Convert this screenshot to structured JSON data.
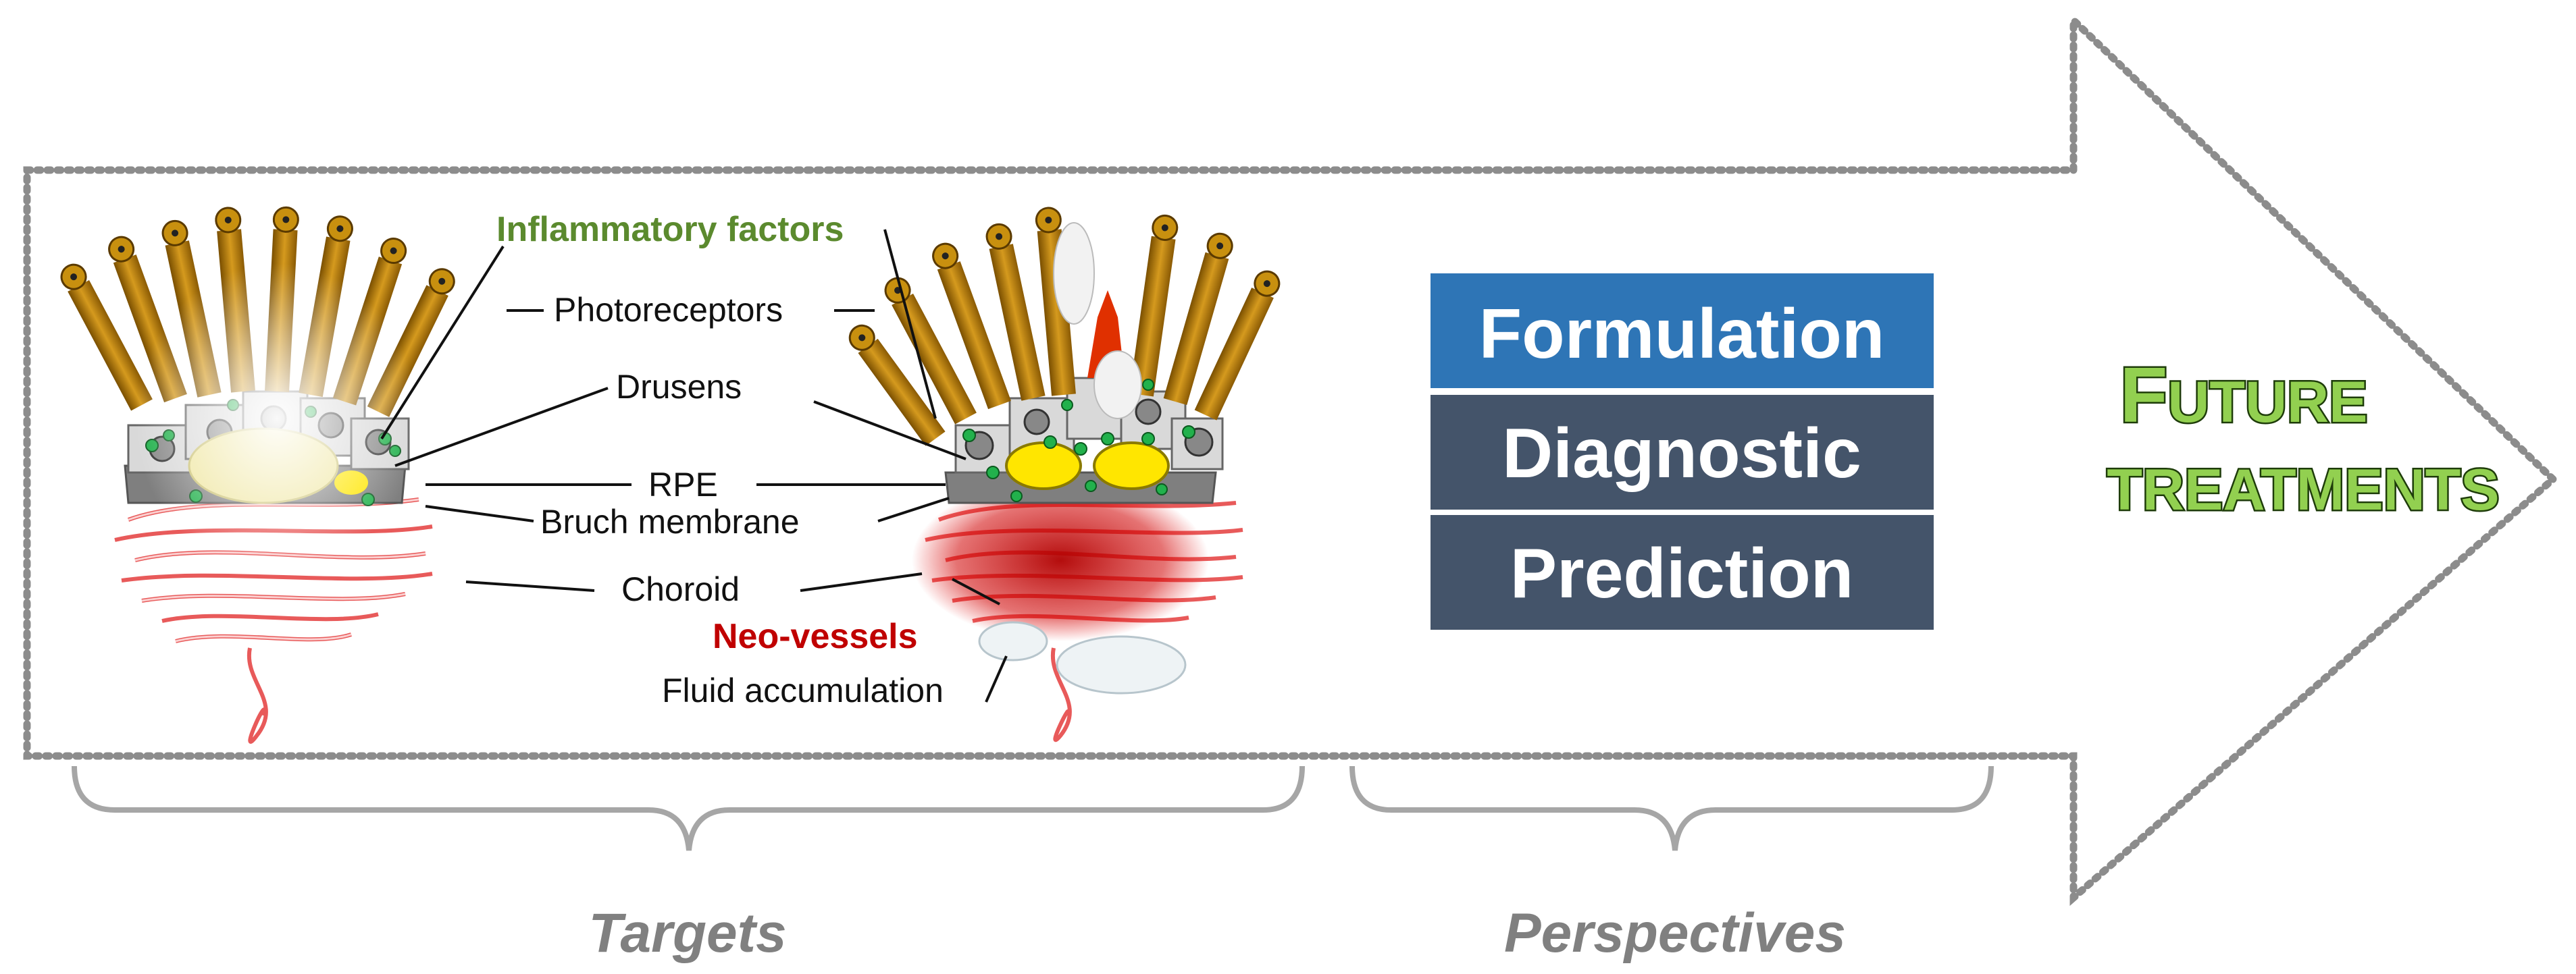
{
  "labels": {
    "inflammatory": "Inflammatory factors",
    "photoreceptors": "Photoreceptors",
    "drusens": "Drusens",
    "rpe": "RPE",
    "bruch": "Bruch membrane",
    "choroid": "Choroid",
    "neovessels": "Neo-vessels",
    "fluid": "Fluid accumulation"
  },
  "perspectives_boxes": [
    {
      "label": "Formulation",
      "color": "#2e75b6"
    },
    {
      "label": "Diagnostic",
      "color": "#44546a"
    },
    {
      "label": "Prediction",
      "color": "#44546a"
    }
  ],
  "future": {
    "line1_big": "F",
    "line1_rest": "UTURE",
    "line2": "TREATMENTS"
  },
  "brackets": {
    "targets": "Targets",
    "perspectives": "Perspectives"
  },
  "colors": {
    "arrow_dots": "#8c8c8c",
    "photoreceptor": "#c8900f",
    "rpe_cell": "#d9d9d9",
    "drusen_normal": "#efe6a0",
    "drusen_disease": "#ffe600",
    "choroid": "#f08080",
    "neovessel": "#c00000",
    "inflammatory": "#22b14c",
    "bracket": "#a6a6a6"
  }
}
